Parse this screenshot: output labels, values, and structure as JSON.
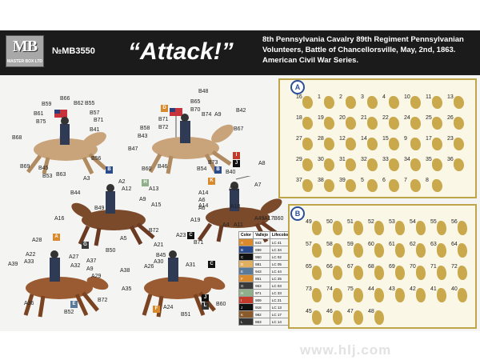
{
  "header": {
    "logo_mark": "MB",
    "logo_sub": "MASTER BOX LTD",
    "code": "№MB3550",
    "title": "“Attack!”",
    "desc_lines": [
      "8th Pennsylvania Cavalry 89th Regiment Pennsylvanian",
      "Volunteers, Battle of Chancellorsville, May, 2nd, 1863.",
      "American Civil War Series."
    ]
  },
  "figure_labels": [
    {
      "t": "B66"
    },
    {
      "t": "B62"
    },
    {
      "t": "B55"
    },
    {
      "t": "B59"
    },
    {
      "t": "B57"
    },
    {
      "t": "B61"
    },
    {
      "t": "B71"
    },
    {
      "t": "B75"
    },
    {
      "t": "B41"
    },
    {
      "t": "B68"
    },
    {
      "t": "B56"
    },
    {
      "t": "B69"
    },
    {
      "t": "B45"
    },
    {
      "t": "B53"
    },
    {
      "t": "B63"
    },
    {
      "t": "B48"
    },
    {
      "t": "B65"
    },
    {
      "t": "B70"
    },
    {
      "t": "B74"
    },
    {
      "t": "A9"
    },
    {
      "t": "B42"
    },
    {
      "t": "B71"
    },
    {
      "t": "B72"
    },
    {
      "t": "B58"
    },
    {
      "t": "B67"
    },
    {
      "t": "B43"
    },
    {
      "t": "B47"
    },
    {
      "t": "B60"
    },
    {
      "t": "B46"
    },
    {
      "t": "B54"
    },
    {
      "t": "B73"
    },
    {
      "t": "B40"
    },
    {
      "t": "A3"
    },
    {
      "t": "A2"
    },
    {
      "t": "A12"
    },
    {
      "t": "A13"
    },
    {
      "t": "B44"
    },
    {
      "t": "A9"
    },
    {
      "t": "A15"
    },
    {
      "t": "B49"
    },
    {
      "t": "A16"
    },
    {
      "t": "A6"
    },
    {
      "t": "A14"
    },
    {
      "t": "A5"
    },
    {
      "t": "B72"
    },
    {
      "t": "A18"
    },
    {
      "t": "B50"
    },
    {
      "t": "A8"
    },
    {
      "t": "A7"
    },
    {
      "t": "A18"
    },
    {
      "t": "A6"
    },
    {
      "t": "A14"
    },
    {
      "t": "A19"
    },
    {
      "t": "A4"
    },
    {
      "t": "A11"
    },
    {
      "t": "A49"
    },
    {
      "t": "A17"
    },
    {
      "t": "B60"
    },
    {
      "t": "A28"
    },
    {
      "t": "A22"
    },
    {
      "t": "A33"
    },
    {
      "t": "A27"
    },
    {
      "t": "A32"
    },
    {
      "t": "A37"
    },
    {
      "t": "A39"
    },
    {
      "t": "A9"
    },
    {
      "t": "A29"
    },
    {
      "t": "A36"
    },
    {
      "t": "B72"
    },
    {
      "t": "B52"
    },
    {
      "t": "A23"
    },
    {
      "t": "A21"
    },
    {
      "t": "B71"
    },
    {
      "t": "B45"
    },
    {
      "t": "A30"
    },
    {
      "t": "A26"
    },
    {
      "t": "A31"
    },
    {
      "t": "A38"
    },
    {
      "t": "A35"
    },
    {
      "t": "A24"
    },
    {
      "t": "B51"
    },
    {
      "t": "B60"
    }
  ],
  "color_boxes": [
    {
      "t": "B",
      "c": "#2b4a8c"
    },
    {
      "t": "D",
      "c": "#d98a2c"
    },
    {
      "t": "I",
      "c": "#c23b2b"
    },
    {
      "t": "J",
      "c": "#111111"
    },
    {
      "t": "B",
      "c": "#2b4a8c"
    },
    {
      "t": "H",
      "c": "#8fae8a"
    },
    {
      "t": "K",
      "c": "#d98a2c"
    },
    {
      "t": "A",
      "c": "#d98a2c"
    },
    {
      "t": "G",
      "c": "#3a3a3a"
    },
    {
      "t": "E",
      "c": "#5a7a9a"
    },
    {
      "t": "C",
      "c": "#111111"
    },
    {
      "t": "F",
      "c": "#d98a2c"
    },
    {
      "t": "C",
      "c": "#111111"
    },
    {
      "t": "J",
      "c": "#111111"
    },
    {
      "t": "L",
      "c": "#333333"
    }
  ],
  "legend": {
    "headers": [
      "Color",
      "Vallejo",
      "Lifecolor"
    ],
    "rows": [
      {
        "k": "A",
        "v": "843",
        "l": "LC 41",
        "c": "#d98a2c"
      },
      {
        "k": "B",
        "v": "899",
        "l": "LC 34",
        "c": "#2b4a8c"
      },
      {
        "k": "C",
        "v": "950",
        "l": "LC 02",
        "c": "#111111"
      },
      {
        "k": "D",
        "v": "881",
        "l": "LC 05",
        "c": "#e0b060"
      },
      {
        "k": "E",
        "v": "943",
        "l": "LC 44",
        "c": "#5a7a9a"
      },
      {
        "k": "F",
        "v": "861",
        "l": "LC 25",
        "c": "#d98a2c"
      },
      {
        "k": "G",
        "v": "963",
        "l": "LC 03",
        "c": "#3a3a3a"
      },
      {
        "k": "H",
        "v": "971",
        "l": "LC 33",
        "c": "#8fae8a"
      },
      {
        "k": "I",
        "v": "909",
        "l": "LC 21",
        "c": "#c23b2b"
      },
      {
        "k": "J",
        "v": "918",
        "l": "LC 13",
        "c": "#111111"
      },
      {
        "k": "K",
        "v": "982",
        "l": "LC 17",
        "c": "#8a5a2a"
      },
      {
        "k": "L",
        "v": "863",
        "l": "LC 14",
        "c": "#333333"
      }
    ]
  },
  "sprue_a": {
    "letter": "A",
    "parts": [
      "16",
      "1",
      "2",
      "3",
      "4",
      "10",
      "11",
      "13",
      "18",
      "19",
      "20",
      "21",
      "22",
      "24",
      "25",
      "26",
      "27",
      "28",
      "12",
      "14",
      "15",
      "9",
      "17",
      "23",
      "29",
      "30",
      "31",
      "32",
      "33",
      "34",
      "35",
      "36",
      "37",
      "38",
      "39",
      "5",
      "6",
      "7",
      "8"
    ]
  },
  "sprue_b": {
    "letter": "B",
    "parts": [
      "49",
      "50",
      "51",
      "52",
      "53",
      "54",
      "55",
      "56",
      "57",
      "58",
      "59",
      "60",
      "61",
      "62",
      "63",
      "64",
      "65",
      "66",
      "67",
      "68",
      "69",
      "70",
      "71",
      "72",
      "73",
      "74",
      "75",
      "44",
      "43",
      "42",
      "41",
      "40",
      "45",
      "46",
      "47",
      "48"
    ]
  },
  "watermark": "www.hlj.com"
}
